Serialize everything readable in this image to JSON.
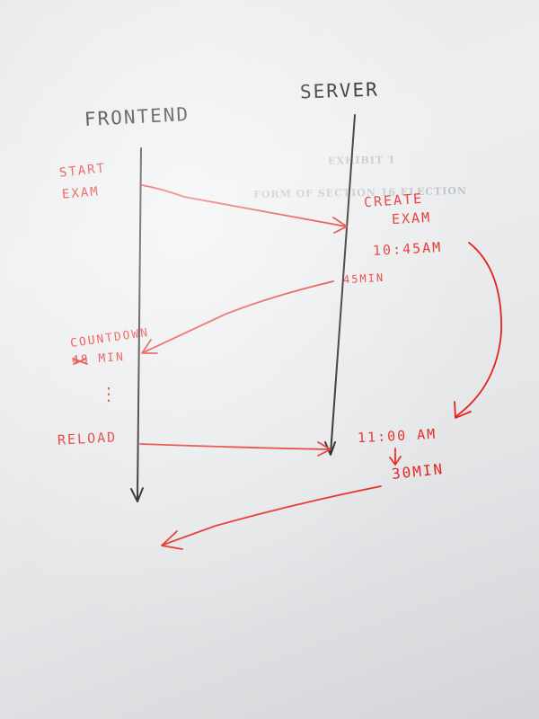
{
  "diagram": {
    "lanes": {
      "frontend": "FRONTEND",
      "server": "SERVER"
    },
    "steps": {
      "start_exam_line1": "START",
      "start_exam_line2": "EXAM",
      "create_exam_line1": "CREATE",
      "create_exam_line2": "EXAM",
      "create_time": "10:45AM",
      "server_duration": "45MIN",
      "countdown_line1": "COUNTDOWN",
      "countdown_line2": "48 MIN",
      "ellipsis": "⋮",
      "reload": "RELOAD",
      "reload_time": "11:00 AM",
      "remaining": "30MIN"
    },
    "ink_colors": {
      "lanes": "#141414",
      "annotations": "#e5231d"
    }
  },
  "background_print": {
    "line1": "EXHIBIT 1",
    "line2": "FORM OF SECTION 16 ELECTION"
  }
}
